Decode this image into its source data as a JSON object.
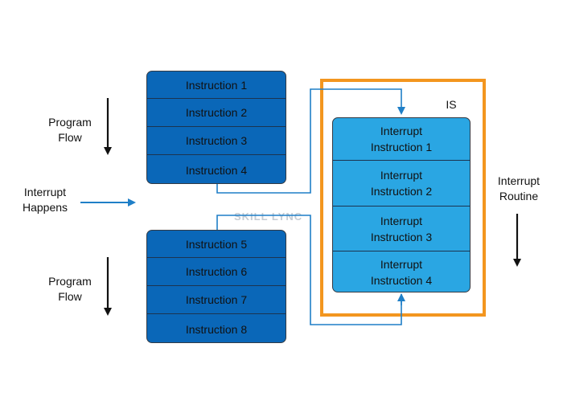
{
  "top_stack": {
    "items": [
      "Instruction 1",
      "Instruction 2",
      "Instruction 3",
      "Instruction 4"
    ]
  },
  "bottom_stack": {
    "items": [
      "Instruction 5",
      "Instruction 6",
      "Instruction 7",
      "Instruction 8"
    ]
  },
  "isr_stack": {
    "items": [
      {
        "line1": "Interrupt",
        "line2": "Instruction 1"
      },
      {
        "line1": "Interrupt",
        "line2": "Instruction 2"
      },
      {
        "line1": "Interrupt",
        "line2": "Instruction 3"
      },
      {
        "line1": "Interrupt",
        "line2": "Instruction 4"
      }
    ]
  },
  "labels": {
    "program_flow_top": {
      "line1": "Program",
      "line2": "Flow"
    },
    "program_flow_bottom": {
      "line1": "Program",
      "line2": "Flow"
    },
    "interrupt_happens": {
      "line1": "Interrupt",
      "line2": "Happens"
    },
    "interrupt_routine": {
      "line1": "Interrupt",
      "line2": "Routine"
    },
    "is_tag": "IS"
  },
  "watermark": "SKILL LYNC",
  "colors": {
    "instruction_fill": "#0a67b8",
    "interrupt_fill": "#2aa6e3",
    "connector": "#1f7fc7",
    "frame": "#f3961f"
  }
}
